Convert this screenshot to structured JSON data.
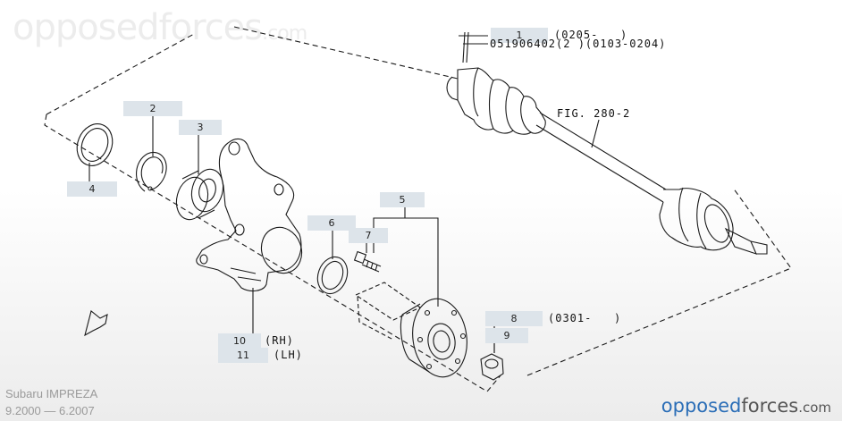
{
  "watermark": {
    "name": "opposedforces",
    "tld": ".com"
  },
  "footer": {
    "model": "Subaru IMPREZA",
    "years": "9.2000 — 6.2007"
  },
  "brand": {
    "part1": "opposed",
    "part2": "forces",
    "tld": ".com"
  },
  "callouts": {
    "c1": "1",
    "c2": "2",
    "c3": "3",
    "c4": "4",
    "c5": "5",
    "c6": "6",
    "c7": "7",
    "c8": "8",
    "c9": "9",
    "c10": "10",
    "c11": "11"
  },
  "notes": {
    "n1_range": "(0205-   )",
    "n1_part": "051906402(2 )(0103-0204)",
    "fig_ref": "FIG. 280-2",
    "n8_range": "(0301-   )",
    "n10_side": "(RH)",
    "n11_side": "(LH)"
  }
}
